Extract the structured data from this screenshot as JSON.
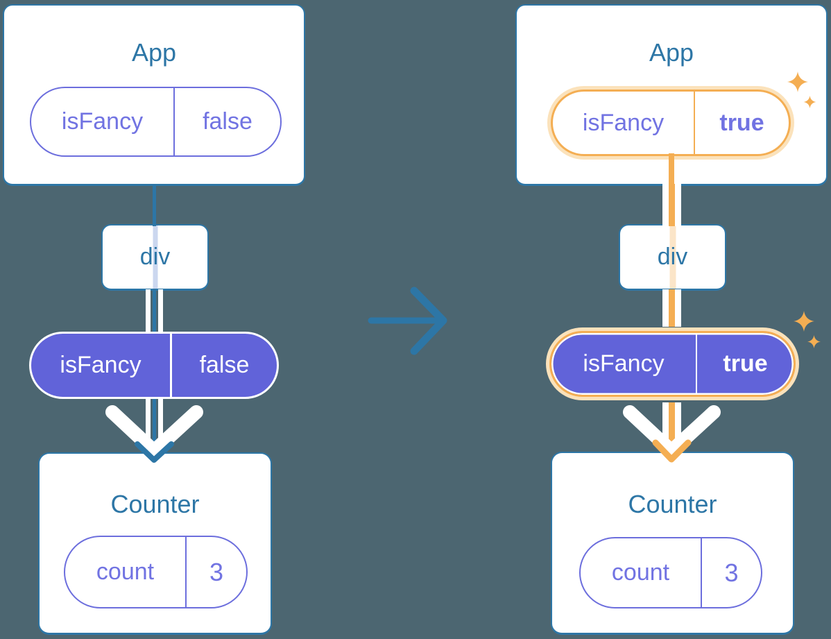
{
  "colors": {
    "background": "#4C6671",
    "tree_line_blue": "#2D76A6",
    "state_purple": "#6163D9",
    "purple_text": "#7173E2",
    "highlight_orange": "#F4AE53",
    "highlight_orange_pale": "#FBE2BB",
    "white": "#FFFFFF"
  },
  "left": {
    "app": {
      "title": "App",
      "prop_name": "isFancy",
      "prop_value": "false"
    },
    "div_label": "div",
    "state": {
      "prop_name": "isFancy",
      "prop_value": "false"
    },
    "counter": {
      "title": "Counter",
      "state_name": "count",
      "state_value": "3"
    }
  },
  "right": {
    "app": {
      "title": "App",
      "prop_name": "isFancy",
      "prop_value": "true"
    },
    "div_label": "div",
    "state": {
      "prop_name": "isFancy",
      "prop_value": "true"
    },
    "counter": {
      "title": "Counter",
      "state_name": "count",
      "state_value": "3"
    }
  },
  "icons": {
    "transition_arrow": "right-arrow",
    "sparkles": "four-point-stars",
    "flow_arrow": "down-arrow"
  }
}
